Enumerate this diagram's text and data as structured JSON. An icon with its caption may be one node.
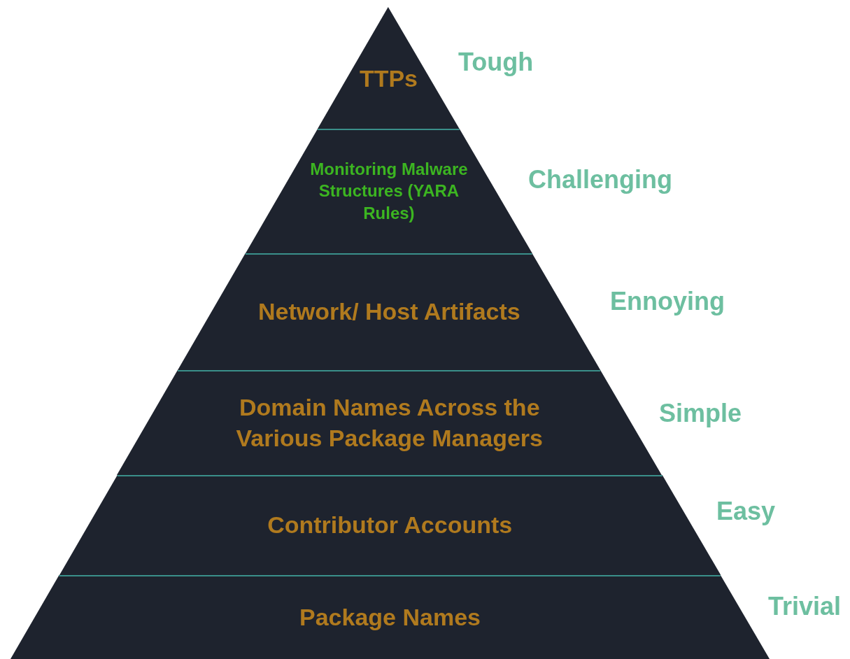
{
  "diagram": {
    "nodes": [
      {
        "text": [
          "TTPs"
        ],
        "beside": [
          "Tough"
        ]
      },
      {
        "text": [
          "Monitoring Malware Structures (YARA Rules)"
        ],
        "beside": [
          "Challenging"
        ]
      },
      {
        "text": [
          "Network/ Host Artifacts"
        ],
        "beside": [
          "Ennoying"
        ]
      },
      {
        "text": [
          "Domain Names Across the Various Package Managers"
        ],
        "beside": [
          "Simple"
        ]
      },
      {
        "text": [
          "Contributor Accounts"
        ],
        "beside": [
          "Easy"
        ]
      },
      {
        "text": [
          "Package Names"
        ],
        "beside": [
          "Trivial"
        ]
      }
    ]
  }
}
